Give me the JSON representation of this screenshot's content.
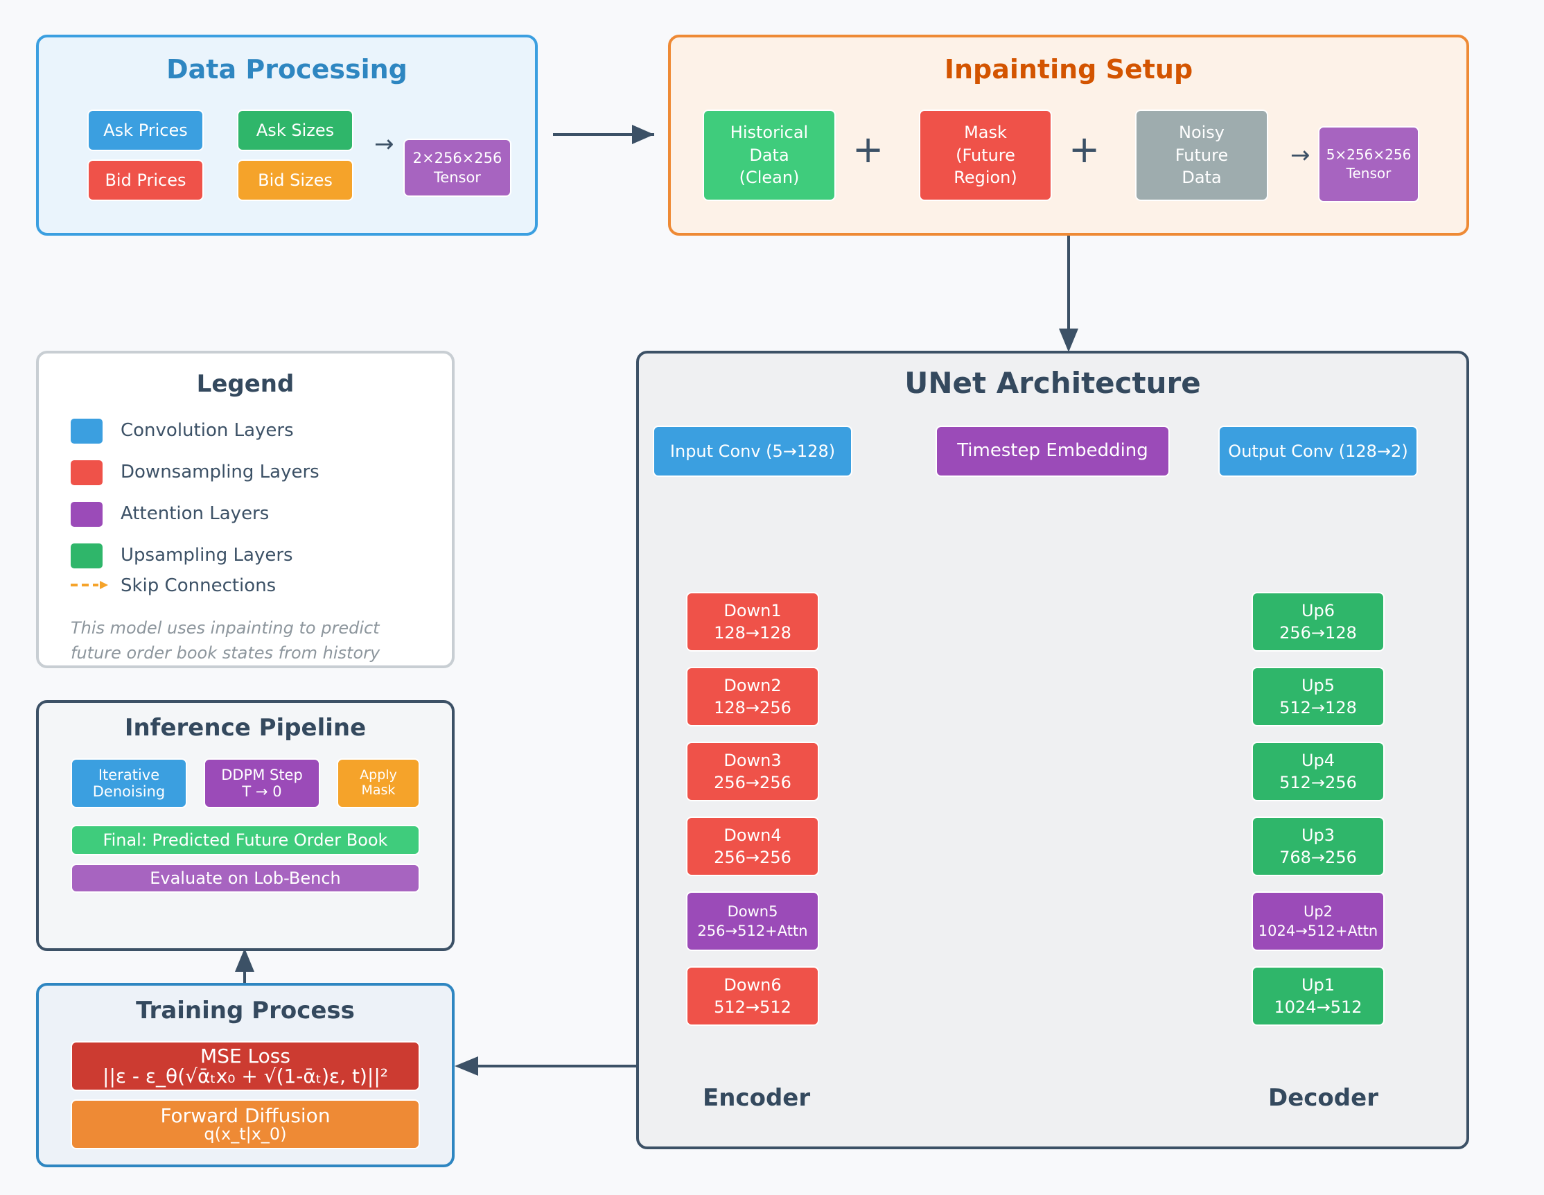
{
  "data_processing": {
    "title": "Data Processing",
    "ask_prices": "Ask Prices",
    "ask_sizes": "Ask Sizes",
    "bid_prices": "Bid Prices",
    "bid_sizes": "Bid Sizes",
    "arrow": "→",
    "tensor": [
      "2×256×256",
      "Tensor"
    ]
  },
  "inpainting": {
    "title": "Inpainting Setup",
    "historical": [
      "Historical",
      "Data",
      "(Clean)"
    ],
    "mask": [
      "Mask",
      "(Future",
      "Region)"
    ],
    "noisy": [
      "Noisy",
      "Future",
      "Data"
    ],
    "plus": "+",
    "arrow": "→",
    "tensor": [
      "5×256×256",
      "Tensor"
    ]
  },
  "legend": {
    "title": "Legend",
    "items": [
      "Convolution Layers",
      "Downsampling Layers",
      "Attention Layers",
      "Upsampling Layers",
      "Skip Connections"
    ],
    "colors": [
      "#3b9fe0",
      "#ef5249",
      "#9b4bb8",
      "#2fb66a",
      "#f5a32a"
    ],
    "note": [
      "This model uses inpainting to predict",
      "future order book states from history"
    ]
  },
  "inference": {
    "title": "Inference Pipeline",
    "iterative": [
      "Iterative",
      "Denoising"
    ],
    "ddpm": [
      "DDPM Step",
      "T → 0"
    ],
    "apply_mask": [
      "Apply",
      "Mask"
    ],
    "final": "Final: Predicted Future Order Book",
    "evaluate": "Evaluate on Lob-Bench"
  },
  "training": {
    "title": "Training Process",
    "mse": [
      "MSE Loss",
      "||ε - ε_θ(√ᾱₜx₀ + √(1-ᾱₜ)ε, t)||²"
    ],
    "forward": [
      "Forward Diffusion",
      "q(x_t|x_0)"
    ]
  },
  "unet": {
    "title": "UNet Architecture",
    "input_conv": "Input Conv (5→128)",
    "timestep": "Timestep Embedding",
    "output_conv": "Output Conv (128→2)",
    "encoder_label": "Encoder",
    "decoder_label": "Decoder",
    "down": [
      [
        "Down1",
        "128→128"
      ],
      [
        "Down2",
        "128→256"
      ],
      [
        "Down3",
        "256→256"
      ],
      [
        "Down4",
        "256→256"
      ],
      [
        "Down5",
        "256→512+Attn"
      ],
      [
        "Down6",
        "512→512"
      ]
    ],
    "up": [
      [
        "Up6",
        "256→128"
      ],
      [
        "Up5",
        "512→128"
      ],
      [
        "Up4",
        "512→256"
      ],
      [
        "Up3",
        "768→256"
      ],
      [
        "Up2",
        "1024→512+Attn"
      ],
      [
        "Up1",
        "1024→512"
      ]
    ]
  }
}
